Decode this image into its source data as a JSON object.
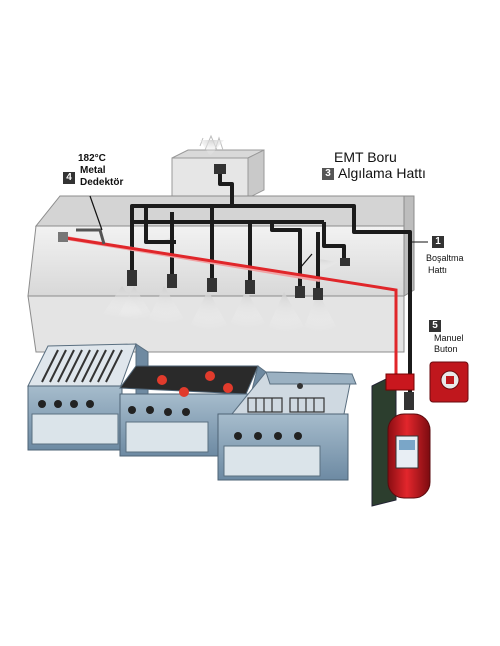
{
  "labels": {
    "detector_temp": "182°C",
    "detector_name_1": "Metal",
    "detector_name_2": "Dedektör",
    "detection_line_1": "EMT Boru",
    "detection_line_2": "Algılama Hattı",
    "discharge_line_1": "Boşaltma",
    "discharge_line_2": "Hattı",
    "manual_button_1": "Manuel",
    "manual_button_2": "Buton"
  },
  "badges": {
    "discharge": "1",
    "detection": "3",
    "detector": "4",
    "manual": "5"
  },
  "colors": {
    "hood": "#e9e9e9",
    "pipe_black": "#1b1b1b",
    "pipe_red": "#e0262a",
    "cabinet": "#7e9ab2",
    "cylinder": "#c8161d",
    "badge_dark": "#333333",
    "badge_gray": "#555555"
  }
}
